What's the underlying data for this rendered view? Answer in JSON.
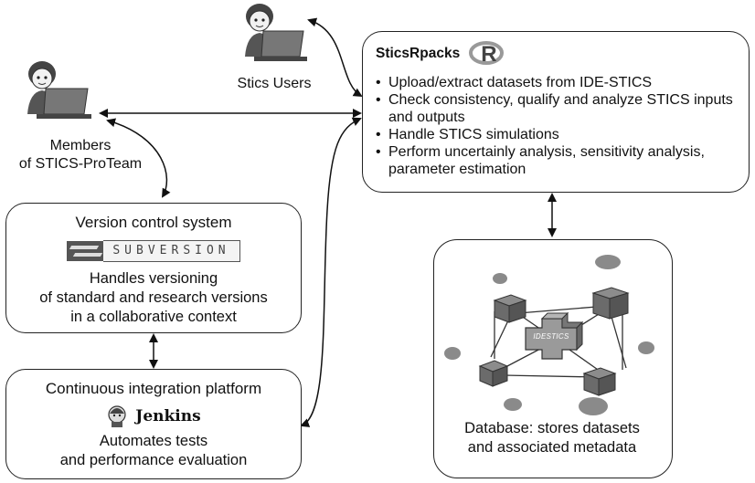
{
  "stics_users": {
    "label": "Stics Users"
  },
  "members": {
    "line1": "Members",
    "line2": "of STICS-ProTeam"
  },
  "sticsrpacks": {
    "title": "SticsRpacks",
    "logo_letter": "R",
    "bullets": [
      "Upload/extract datasets from IDE-STICS",
      "Check consistency, qualify and analyze STICS inputs and outputs",
      "Handle STICS simulations",
      "Perform uncertainly analysis, sensitivity analysis, parameter estimation"
    ]
  },
  "version_control": {
    "title": "Version control system",
    "logo_text": "SUBVERSION",
    "desc_line1": "Handles versioning",
    "desc_line2": "of standard and research versions",
    "desc_line3": "in a collaborative context"
  },
  "ci_platform": {
    "title": "Continuous integration platform",
    "logo_text": "Jenkins",
    "desc_line1": "Automates tests",
    "desc_line2": "and performance evaluation"
  },
  "database": {
    "hub_label": "IDESTICS",
    "desc_line1": "Database: stores datasets",
    "desc_line2": "and associated metadata"
  },
  "colors": {
    "stroke": "#222222",
    "cube": "#6b6b6b",
    "cube_top": "#8c8c8c",
    "ellipse": "#8a8a8a",
    "hub": "#9a9a9a"
  }
}
